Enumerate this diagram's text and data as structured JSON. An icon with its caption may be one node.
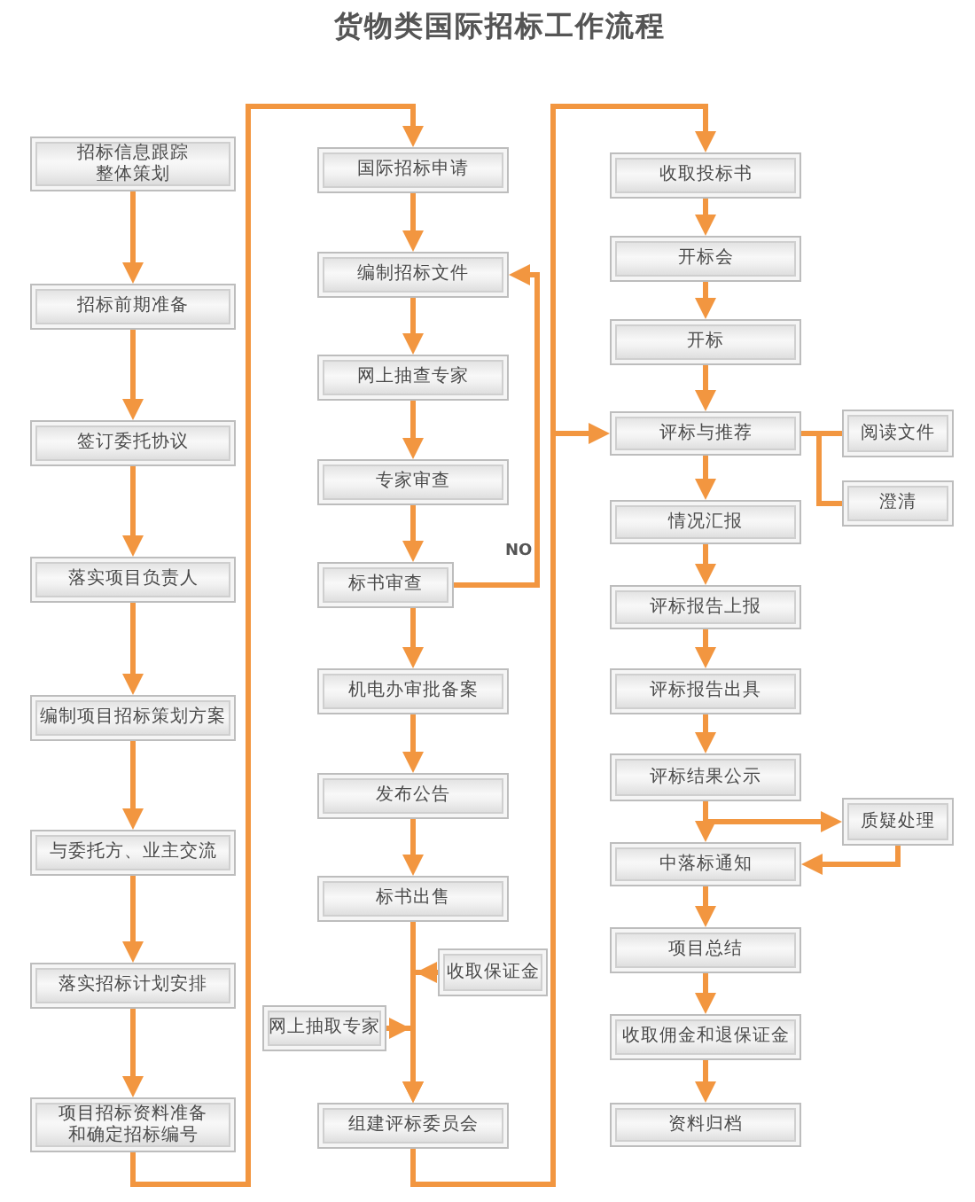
{
  "diagram": {
    "title": "货物类国际招标工作流程",
    "nodes": [
      {
        "text": [
          "招标信息跟踪整体策划"
        ]
      },
      {
        "text": [
          "招标前期准备"
        ]
      },
      {
        "text": [
          "签订委托协议"
        ]
      },
      {
        "text": [
          "落实项目负责人"
        ]
      },
      {
        "text": [
          "编制项目招标策划方案"
        ]
      },
      {
        "text": [
          "与委托方、业主交流"
        ]
      },
      {
        "text": [
          "落实招标计划安排"
        ]
      },
      {
        "text": [
          "项目招标资料准备和确定招标编号"
        ]
      },
      {
        "text": [
          "国际招标申请"
        ]
      },
      {
        "text": [
          "编制招标文件"
        ]
      },
      {
        "text": [
          "网上抽查专家"
        ]
      },
      {
        "text": [
          "专家审查"
        ]
      },
      {
        "text": [
          "标书审查"
        ]
      },
      {
        "text": [
          "机电办审批备案"
        ]
      },
      {
        "text": [
          "发布公告"
        ]
      },
      {
        "text": [
          "标书出售"
        ]
      },
      {
        "text": [
          "收取保证金"
        ]
      },
      {
        "text": [
          "网上抽取专家"
        ]
      },
      {
        "text": [
          "组建评标委员会"
        ]
      },
      {
        "text": [
          "收取投标书"
        ]
      },
      {
        "text": [
          "开标会"
        ]
      },
      {
        "text": [
          "开标"
        ]
      },
      {
        "text": [
          "评标与推荐"
        ]
      },
      {
        "text": [
          "阅读文件"
        ]
      },
      {
        "text": [
          "澄清"
        ]
      },
      {
        "text": [
          "情况汇报"
        ]
      },
      {
        "text": [
          "评标报告上报"
        ]
      },
      {
        "text": [
          "评标报告出具"
        ]
      },
      {
        "text": [
          "评标结果公示"
        ]
      },
      {
        "text": [
          "质疑处理"
        ]
      },
      {
        "text": [
          "中落标通知"
        ]
      },
      {
        "text": [
          "项目总结"
        ]
      },
      {
        "text": [
          "收取佣金和退保证金"
        ]
      },
      {
        "text": [
          "资料归档"
        ]
      }
    ],
    "edges": [
      {
        "from": 0,
        "to": 1,
        "arrow": "to"
      },
      {
        "from": 1,
        "to": 2,
        "arrow": "to"
      },
      {
        "from": 2,
        "to": 3,
        "arrow": "to"
      },
      {
        "from": 3,
        "to": 4,
        "arrow": "to"
      },
      {
        "from": 4,
        "to": 5,
        "arrow": "to"
      },
      {
        "from": 5,
        "to": 6,
        "arrow": "to"
      },
      {
        "from": 6,
        "to": 7,
        "arrow": "to"
      },
      {
        "from": 7,
        "to": 8,
        "arrow": "to"
      },
      {
        "from": 8,
        "to": 9,
        "arrow": "to"
      },
      {
        "from": 9,
        "to": 10,
        "arrow": "to"
      },
      {
        "from": 10,
        "to": 11,
        "arrow": "to"
      },
      {
        "from": 11,
        "to": 12,
        "arrow": "to"
      },
      {
        "from": 12,
        "to": 9,
        "arrow": "to",
        "label": "NO"
      },
      {
        "from": 12,
        "to": 13,
        "arrow": "to"
      },
      {
        "from": 13,
        "to": 14,
        "arrow": "to"
      },
      {
        "from": 14,
        "to": 15,
        "arrow": "to"
      },
      {
        "from": 15,
        "to": 18,
        "arrow": "to"
      },
      {
        "from": 16,
        "to": 18,
        "arrow": "to"
      },
      {
        "from": 17,
        "to": 18,
        "arrow": "to"
      },
      {
        "from": 18,
        "to": 19,
        "arrow": "to"
      },
      {
        "from": 18,
        "to": 22,
        "arrow": "to"
      },
      {
        "from": 19,
        "to": 20,
        "arrow": "to"
      },
      {
        "from": 20,
        "to": 21,
        "arrow": "to"
      },
      {
        "from": 21,
        "to": 22,
        "arrow": "to"
      },
      {
        "from": 22,
        "to": 23,
        "arrow": "none"
      },
      {
        "from": 22,
        "to": 24,
        "arrow": "none"
      },
      {
        "from": 22,
        "to": 25,
        "arrow": "to"
      },
      {
        "from": 25,
        "to": 26,
        "arrow": "to"
      },
      {
        "from": 26,
        "to": 27,
        "arrow": "to"
      },
      {
        "from": 27,
        "to": 28,
        "arrow": "to"
      },
      {
        "from": 28,
        "to": 29,
        "arrow": "to"
      },
      {
        "from": 29,
        "to": 30,
        "arrow": "to"
      },
      {
        "from": 28,
        "to": 30,
        "arrow": "to"
      },
      {
        "from": 30,
        "to": 31,
        "arrow": "to"
      },
      {
        "from": 31,
        "to": 32,
        "arrow": "to"
      },
      {
        "from": 32,
        "to": 33,
        "arrow": "to"
      }
    ]
  }
}
